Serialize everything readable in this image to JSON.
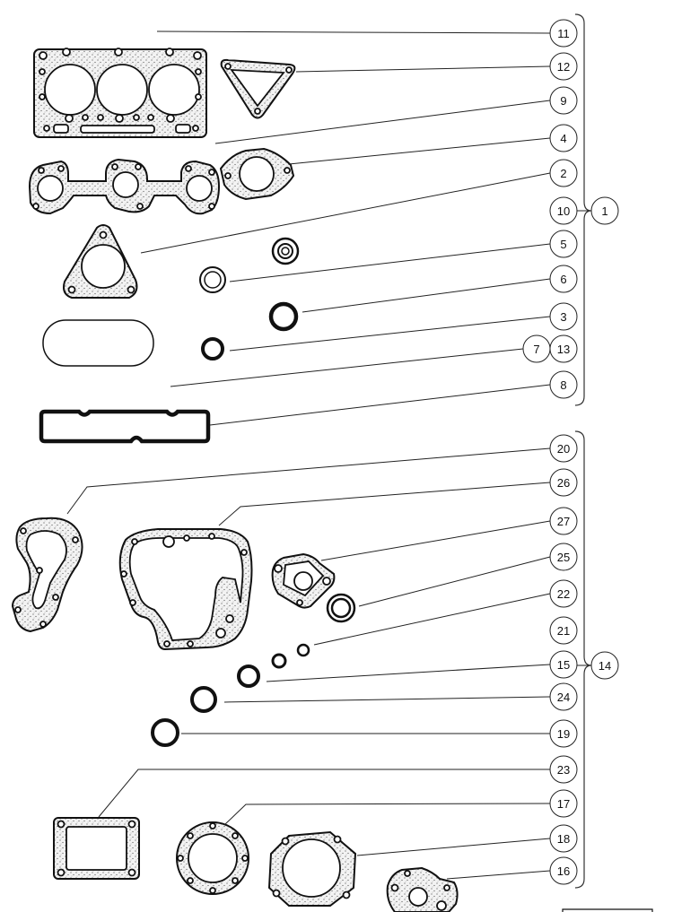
{
  "diagram": {
    "type": "exploded-parts-gasket-kit",
    "callouts_upper": [
      "11",
      "12",
      "9",
      "4",
      "2",
      "10",
      "5",
      "6",
      "3",
      "7",
      "13",
      "8"
    ],
    "group_upper_label": "1",
    "callouts_lower": [
      "20",
      "26",
      "27",
      "25",
      "22",
      "21",
      "15",
      "24",
      "19",
      "23",
      "17",
      "18",
      "16"
    ],
    "group_lower_label": "14",
    "parts": [
      {
        "id": "11",
        "name": "cylinder-head-gasket"
      },
      {
        "id": "12",
        "name": "triangular-flange-gasket"
      },
      {
        "id": "9",
        "name": "exhaust-manifold-gasket"
      },
      {
        "id": "4",
        "name": "oval-flange-gasket"
      },
      {
        "id": "2",
        "name": "thermostat-cover-gasket"
      },
      {
        "id": "10",
        "name": "no-leader"
      },
      {
        "id": "5",
        "name": "valve-stem-seal"
      },
      {
        "id": "6",
        "name": "o-ring"
      },
      {
        "id": "3",
        "name": "small-o-ring"
      },
      {
        "id": "7",
        "name": "no-leader"
      },
      {
        "id": "13",
        "name": "oval-gasket"
      },
      {
        "id": "8",
        "name": "rocker-cover-gasket"
      },
      {
        "id": "20",
        "name": "water-pump-gasket"
      },
      {
        "id": "26",
        "name": "gear-case-gasket"
      },
      {
        "id": "27",
        "name": "diamond-flange-gasket"
      },
      {
        "id": "25",
        "name": "oil-seal"
      },
      {
        "id": "22",
        "name": "tiny-o-ring"
      },
      {
        "id": "21",
        "name": "no-leader"
      },
      {
        "id": "15",
        "name": "small-o-ring"
      },
      {
        "id": "24",
        "name": "o-ring"
      },
      {
        "id": "19",
        "name": "large-o-ring"
      },
      {
        "id": "23",
        "name": "rectangular-cover-gasket"
      },
      {
        "id": "17",
        "name": "round-flange-gasket"
      },
      {
        "id": "18",
        "name": "octagonal-flange-gasket"
      },
      {
        "id": "16",
        "name": "odd-shaped-gasket"
      }
    ]
  }
}
